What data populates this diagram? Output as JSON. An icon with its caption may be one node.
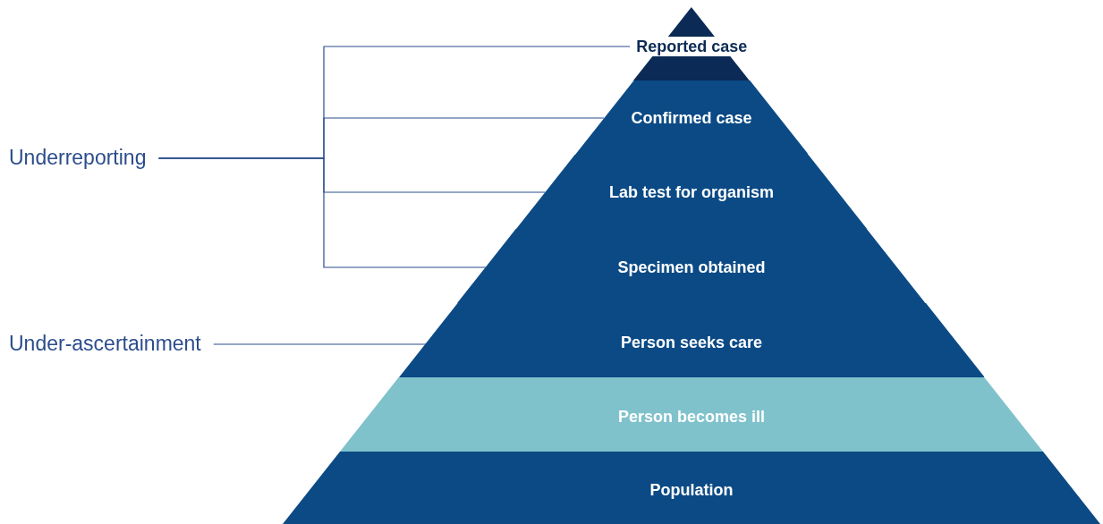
{
  "diagram": {
    "nodes": [
      {
        "text": [
          "Underreporting"
        ]
      },
      {
        "text": [
          "Under-ascertainment"
        ]
      },
      {
        "text": [
          "Reported case"
        ]
      },
      {
        "text": [
          "Confirmed case"
        ]
      },
      {
        "text": [
          "Lab test for organism"
        ]
      },
      {
        "text": [
          "Specimen obtained"
        ]
      },
      {
        "text": [
          "Person seeks care"
        ]
      },
      {
        "text": [
          "Person becomes ill"
        ]
      },
      {
        "text": [
          "Population"
        ]
      }
    ],
    "edges": [
      {
        "from": 0,
        "to": 2,
        "arrow": "none"
      },
      {
        "from": 0,
        "to": 3,
        "arrow": "none"
      },
      {
        "from": 0,
        "to": 4,
        "arrow": "none"
      },
      {
        "from": 0,
        "to": 5,
        "arrow": "none"
      },
      {
        "from": 1,
        "to": 6,
        "arrow": "none"
      }
    ]
  }
}
